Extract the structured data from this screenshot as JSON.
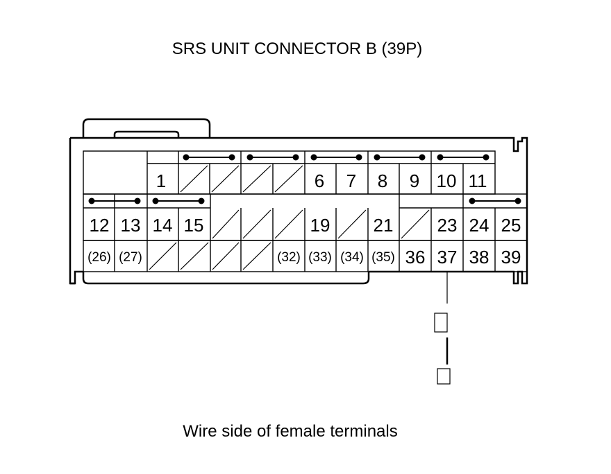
{
  "title": "SRS UNIT CONNECTOR B (39P)",
  "caption": "Wire side of female terminals",
  "terminals": {
    "t1": "1",
    "t6": "6",
    "t7": "7",
    "t8": "8",
    "t9": "9",
    "t10": "10",
    "t11": "11",
    "t12": "12",
    "t13": "13",
    "t14": "14",
    "t15": "15",
    "t19": "19",
    "t21": "21",
    "t23": "23",
    "t24": "24",
    "t25": "25",
    "t26": "(26)",
    "t27": "(27)",
    "t32": "(32)",
    "t33": "(33)",
    "t34": "(34)",
    "t35": "(35)",
    "t36": "36",
    "t37": "37",
    "t38": "38",
    "t39": "39"
  }
}
